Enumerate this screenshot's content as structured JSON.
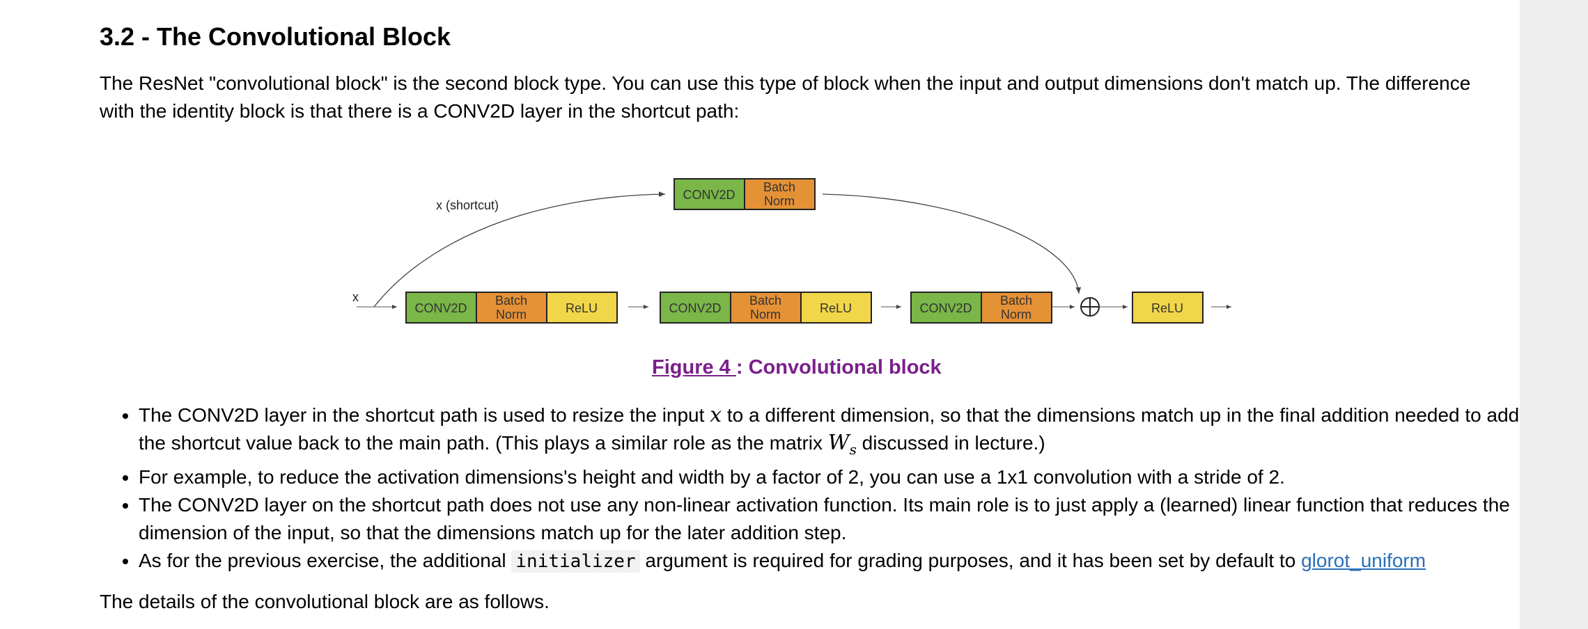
{
  "section": {
    "heading": "3.2 - The Convolutional Block",
    "intro": "The ResNet \"convolutional block\" is the second block type. You can use this type of block when the input and output dimensions don't match up. The difference with the identity block is that there is a CONV2D layer in the shortcut path:",
    "outro": "The details of the convolutional block are as follows."
  },
  "figure": {
    "input_label": "x",
    "shortcut_label": "x (shortcut)",
    "conv_label": "CONV2D",
    "bn_line1": "Batch",
    "bn_line2": "Norm",
    "relu_label": "ReLU",
    "add_symbol": "⊕",
    "caption_link": "Figure 4 ",
    "caption_text": ": Convolutional block",
    "colors": {
      "conv": "#7ab648",
      "bn": "#e59136",
      "relu": "#f2d649",
      "caption": "#7b1f8c"
    }
  },
  "bullets": {
    "b1_a": "The CONV2D layer in the shortcut path is used to resize the input ",
    "b1_var": "x",
    "b1_b": " to a different dimension, so that the dimensions match up in the final addition needed to add the shortcut value back to the main path. (This plays a similar role as the matrix ",
    "b1_mat": "W",
    "b1_sub": "s",
    "b1_c": " discussed in lecture.)",
    "b2": "For example, to reduce the activation dimensions's height and width by a factor of 2, you can use a 1x1 convolution with a stride of 2.",
    "b3": "The CONV2D layer on the shortcut path does not use any non-linear activation function. Its main role is to just apply a (learned) linear function that reduces the dimension of the input, so that the dimensions match up for the later addition step.",
    "b4_a": "As for the previous exercise, the additional ",
    "b4_code": "initializer",
    "b4_b": " argument is required for grading purposes, and it has been set by default to ",
    "b4_link": "glorot_uniform"
  }
}
